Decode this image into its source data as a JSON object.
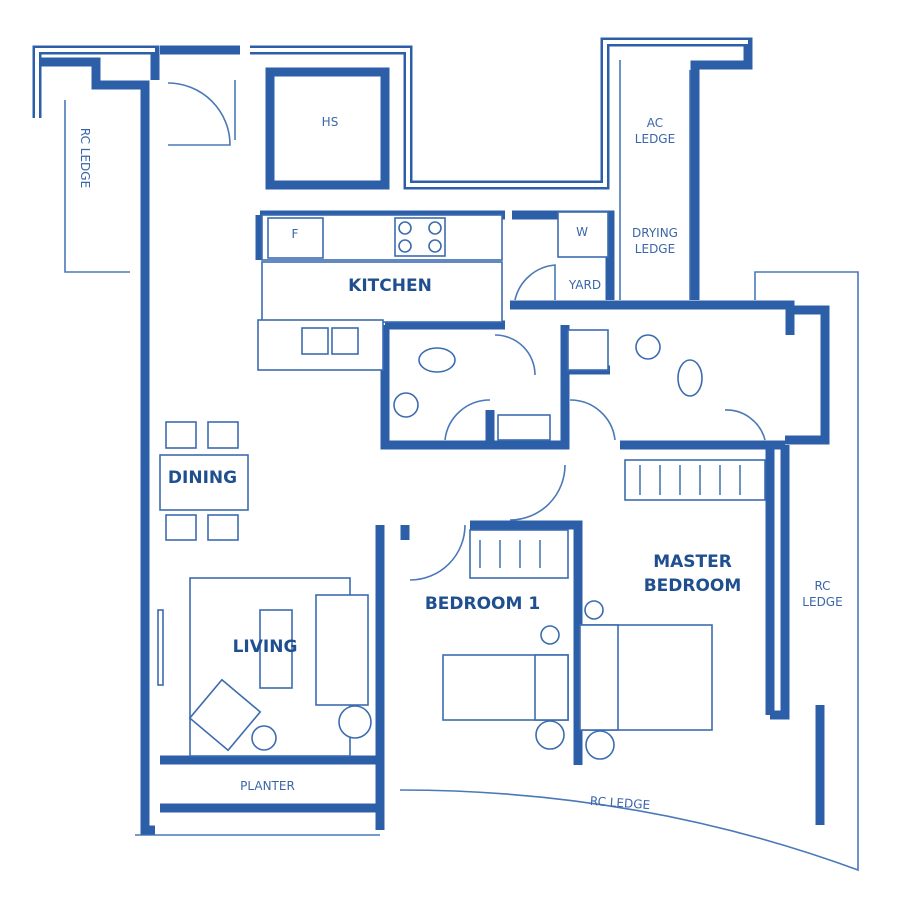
{
  "title": "Floor plan",
  "colors": {
    "line": "#2d5fa8",
    "text": "#1f4f8f"
  },
  "rooms": {
    "kitchen": "KITCHEN",
    "dining": "DINING",
    "living": "LIVING",
    "bedroom1": "BEDROOM 1",
    "master_line1": "MASTER",
    "master_line2": "BEDROOM",
    "yard": "YARD",
    "hs": "HS",
    "fridge": "F",
    "washer": "W"
  },
  "ledges": {
    "rc_left": "RC LEDGE",
    "ac_line1": "AC",
    "ac_line2": "LEDGE",
    "drying_line1": "DRYING",
    "drying_line2": "LEDGE",
    "rc_right_line1": "RC",
    "rc_right_line2": "LEDGE",
    "rc_bottom": "RC LEDGE",
    "planter": "PLANTER"
  }
}
